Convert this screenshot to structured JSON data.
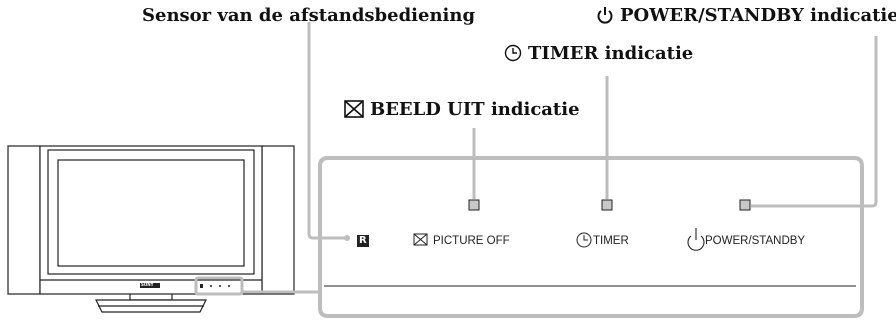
{
  "callouts": {
    "remote_sensor": "Sensor van de afstandsbediening",
    "power_standby": "POWER/STANDBY indicatie",
    "timer": "TIMER indicatie",
    "picture_off": "BEELD UIT indicatie"
  },
  "panel": {
    "picture_off_label": "PICTURE OFF",
    "timer_label": "TIMER",
    "power_label": "POWER/STANDBY",
    "ir_symbol": "R"
  },
  "tv": {
    "brand": "SONY"
  },
  "colors": {
    "frame_gray": "#bdbdbd",
    "indicator_fill": "#c8c8c8",
    "line": "#222222"
  },
  "icons": {
    "power": "power-icon",
    "timer": "clock-icon",
    "picture_off": "picture-off-icon",
    "ir": "ir-sensor-icon"
  }
}
